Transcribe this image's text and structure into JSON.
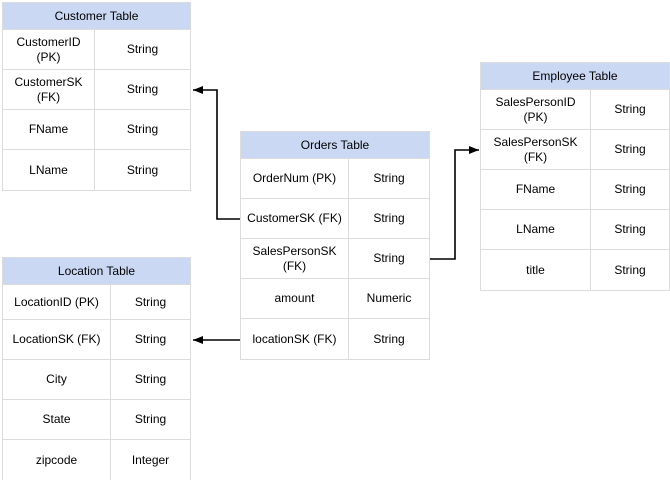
{
  "colors": {
    "background": "#ffffff",
    "header_fill": "#cbd8f4",
    "cell_border": "#dcdcdc",
    "connector": "#000000",
    "text": "#000000"
  },
  "tables": [
    {
      "id": "customer-table",
      "title": "Customer Table",
      "rows": [
        {
          "name": "CustomerID (PK)",
          "type": "String"
        },
        {
          "name": "CustomerSK\n(FK)",
          "type": "String"
        },
        {
          "name": "FName",
          "type": "String"
        },
        {
          "name": "LName",
          "type": "String"
        }
      ]
    },
    {
      "id": "orders-table",
      "title": "Orders Table",
      "rows": [
        {
          "name": "OrderNum (PK)",
          "type": "String"
        },
        {
          "name": "CustomerSK (FK)",
          "type": "String"
        },
        {
          "name": "SalesPersonSK\n(FK)",
          "type": "String"
        },
        {
          "name": "amount",
          "type": "Numeric"
        },
        {
          "name": "locationSK (FK)",
          "type": "String"
        }
      ]
    },
    {
      "id": "employee-table",
      "title": "Employee Table",
      "rows": [
        {
          "name": "SalesPersonID (PK)",
          "type": "String"
        },
        {
          "name": "SalesPersonSK\n(FK)",
          "type": "String"
        },
        {
          "name": "FName",
          "type": "String"
        },
        {
          "name": "LName",
          "type": "String"
        },
        {
          "name": "title",
          "type": "String"
        }
      ]
    },
    {
      "id": "location-table",
      "title": "Location Table",
      "rows": [
        {
          "name": "LocationID (PK)",
          "type": "String"
        },
        {
          "name": "LocationSK (FK)",
          "type": "String"
        },
        {
          "name": "City",
          "type": "String"
        },
        {
          "name": "State",
          "type": "String"
        },
        {
          "name": "zipcode",
          "type": "Integer"
        }
      ]
    }
  ],
  "connectors": [
    {
      "id": "orders-to-customer",
      "from": "Orders Table / CustomerSK (FK)",
      "to": "Customer Table / CustomerSK (FK)"
    },
    {
      "id": "orders-to-employee",
      "from": "Orders Table / SalesPersonSK (FK)",
      "to": "Employee Table / SalesPersonSK (FK)"
    },
    {
      "id": "orders-to-location",
      "from": "Orders Table / locationSK (FK)",
      "to": "Location Table / LocationSK (FK)"
    }
  ]
}
